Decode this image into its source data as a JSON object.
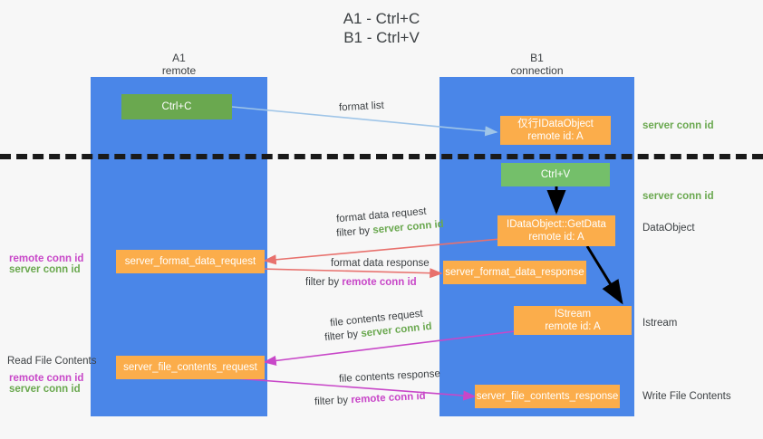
{
  "title": {
    "line1": "A1 - Ctrl+C",
    "line2": "B1 - Ctrl+V"
  },
  "lanes": [
    {
      "id": "a1",
      "name": "A1",
      "sub": "remote"
    },
    {
      "id": "b1",
      "name": "B1",
      "sub": "connection"
    }
  ],
  "boxes": {
    "ctrl_c": {
      "line1": "Ctrl+C"
    },
    "ctrl_v": {
      "line1": "Ctrl+V"
    },
    "idataobject": {
      "line1": "仅行IDataObject",
      "line2": "remote id: A"
    },
    "getdata": {
      "line1": "IDataObject::GetData",
      "line2": "remote id: A"
    },
    "istream": {
      "line1": "IStream",
      "line2": "remote id: A"
    },
    "format_data_request": {
      "line1": "server_format_data_request"
    },
    "format_data_response": {
      "line1": "server_format_data_response"
    },
    "file_contents_request": {
      "line1": "server_file_contents_request"
    },
    "file_contents_response": {
      "line1": "server_file_contents_response"
    }
  },
  "arrow_labels": {
    "format_list": "format list",
    "format_data_request": "format data request",
    "format_data_response": "format data response",
    "file_contents_request": "file contents request",
    "file_contents_response": "file contents response",
    "filter_by": "filter by",
    "server_conn_id": "server conn id",
    "remote_conn_id": "remote conn id"
  },
  "right_annotations": [
    {
      "text": "server conn id",
      "kind": "server"
    },
    {
      "text": "server conn id",
      "kind": "server"
    },
    {
      "text": "DataObject",
      "kind": "plain"
    },
    {
      "text": "Istream",
      "kind": "plain"
    },
    {
      "text": "Write File Contents",
      "kind": "plain"
    }
  ],
  "left_annotations": {
    "group1": {
      "remote": "remote conn id",
      "server": "server conn id"
    },
    "read_file_contents": "Read File Contents",
    "group2": {
      "remote": "remote conn id",
      "server": "server conn id"
    }
  },
  "colors": {
    "lane": "#4a86e8",
    "green_box": "#6aa84f",
    "orange_box": "#fbad4b",
    "background": "#f7f7f7",
    "dashed_line": "#1a1a1a",
    "blue_arrow": "#9fc5e8",
    "red_arrow": "#e8716d",
    "magenta_arrow": "#c847c8",
    "black_arrow": "#000000",
    "server_text": "#6aa84f",
    "remote_text": "#c847c8"
  }
}
